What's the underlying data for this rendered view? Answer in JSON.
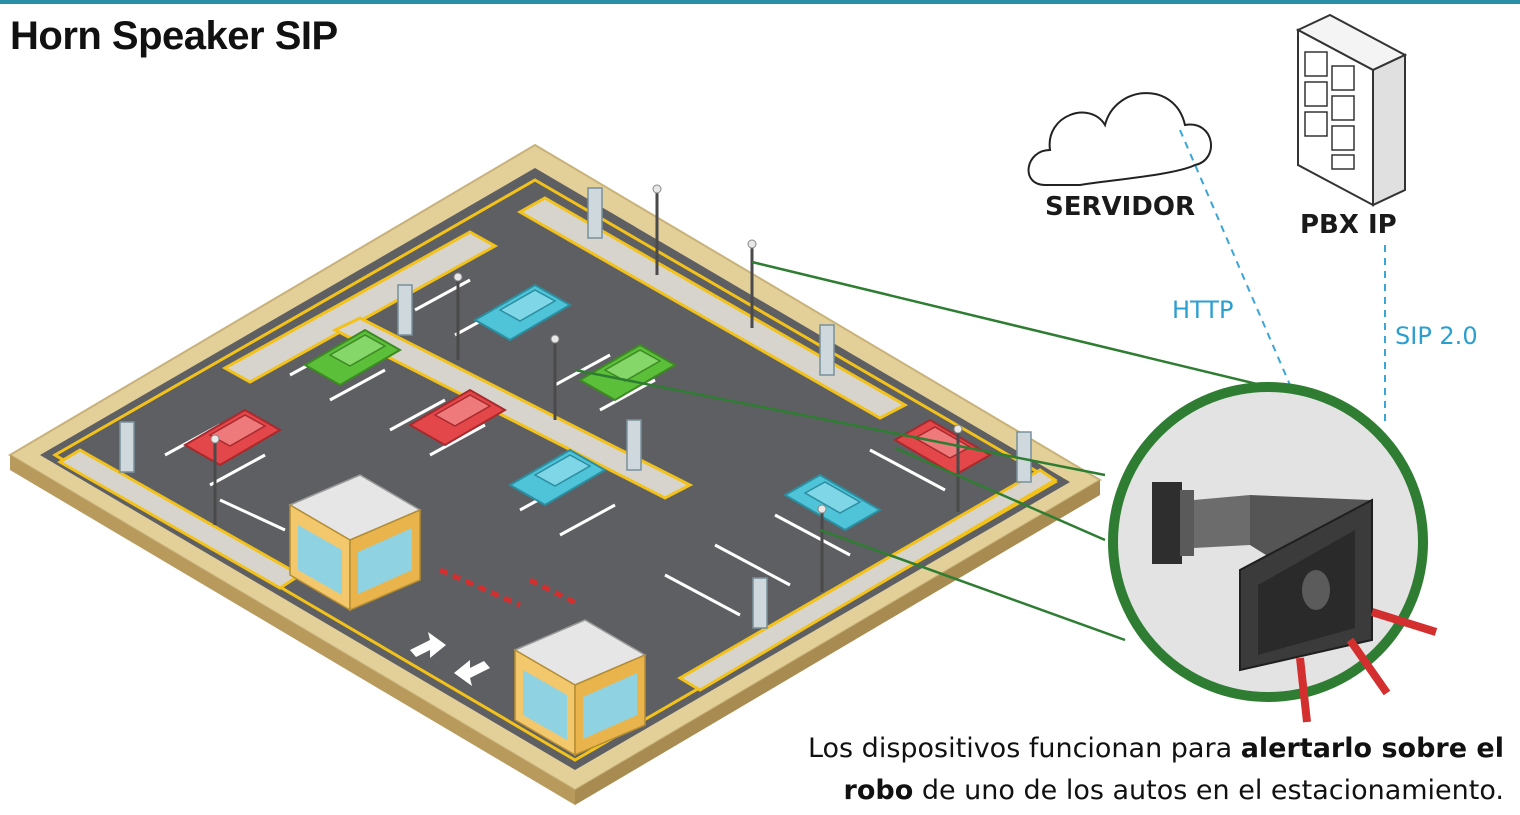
{
  "title": "Horn Speaker SIP",
  "nodes": {
    "server": "SERVIDOR",
    "pbx": "PBX IP"
  },
  "links": {
    "http": "HTTP",
    "sip": "SIP 2.0"
  },
  "caption": {
    "line1_normal": "Los dispositivos funcionan para ",
    "line1_bold": "alertarlo sobre el",
    "line2_bold": "robo",
    "line2_normal": " de uno de los autos en el estacionamiento."
  },
  "colors": {
    "accent_line": "#2a8fa6",
    "link_dashed": "#3aa6d6",
    "callout_green": "#2e7d32",
    "alert_red": "#d32f2f",
    "car_blue": "#4fc3d8",
    "car_green": "#5cbf3a",
    "car_red": "#e4474a"
  },
  "icons": [
    "cloud-icon",
    "server-rack-icon",
    "horn-speaker-icon"
  ]
}
